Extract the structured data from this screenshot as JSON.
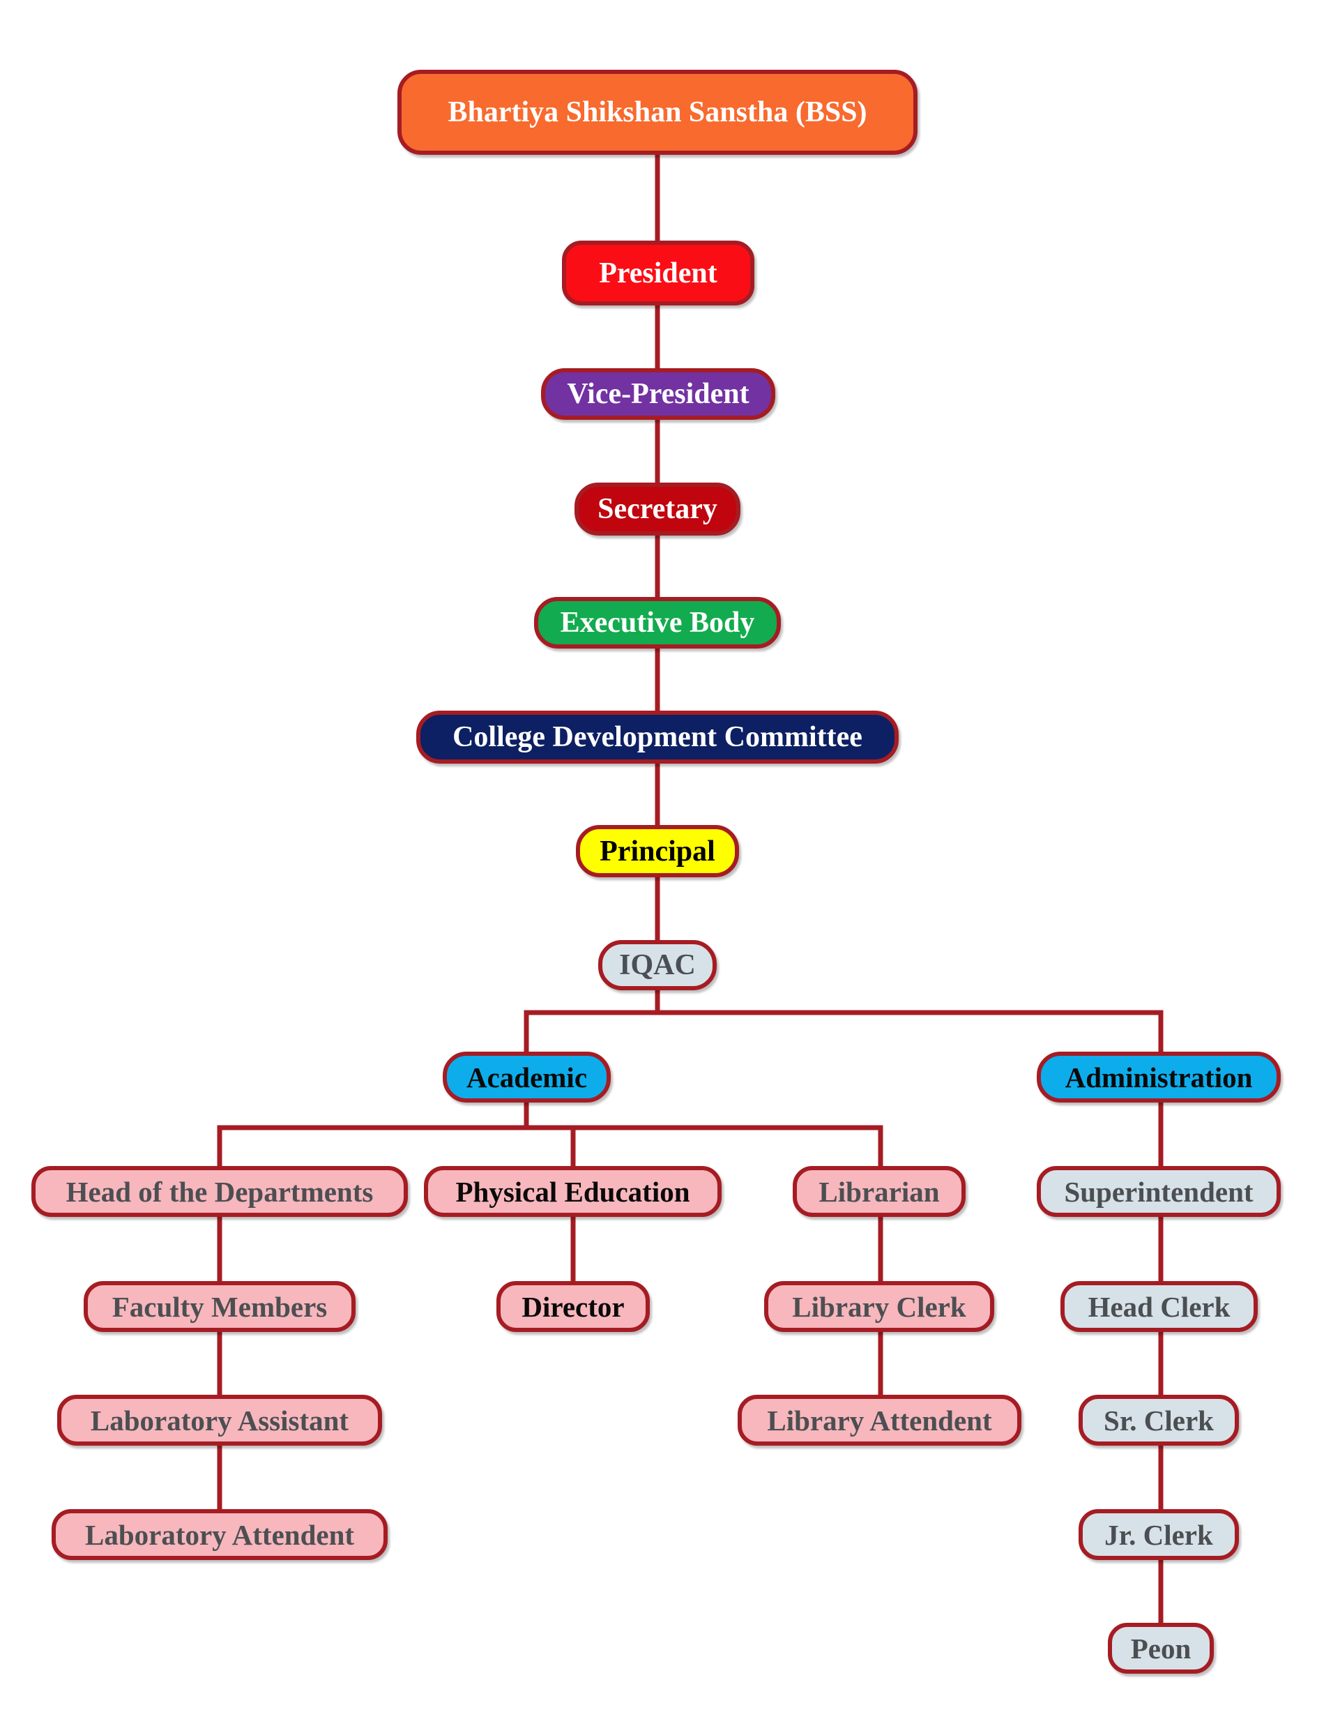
{
  "org": {
    "bss": "Bhartiya Shikshan Sanstha (BSS)",
    "president": "President",
    "vice_president": "Vice-President",
    "secretary": "Secretary",
    "executive_body": "Executive Body",
    "cdc": "College Development Committee",
    "principal": "Principal",
    "iqac": "IQAC",
    "academic": "Academic",
    "administration": "Administration",
    "hod": "Head of the Departments",
    "faculty": "Faculty Members",
    "lab_assistant": "Laboratory Assistant",
    "lab_attendent": "Laboratory Attendent",
    "physical_education": "Physical Education",
    "director": "Director",
    "librarian": "Librarian",
    "library_clerk": "Library Clerk",
    "library_attendent": "Library Attendent",
    "superintendent": "Superintendent",
    "head_clerk": "Head Clerk",
    "sr_clerk": "Sr. Clerk",
    "jr_clerk": "Jr. Clerk",
    "peon": "Peon"
  },
  "colors": {
    "connector": "#a61c23",
    "border": "#a61c23",
    "bss": "#f86a2e",
    "president": "#fb0d16",
    "vice_president": "#7232a2",
    "secretary": "#c0050e",
    "executive_body": "#13ab4f",
    "cdc": "#0d2063",
    "principal": "#ffff00",
    "iqac": "#d7e1e8",
    "academic_admin": "#0dadec",
    "academic_staff": "#f7b7bd",
    "admin_staff": "#d7e1e8"
  }
}
